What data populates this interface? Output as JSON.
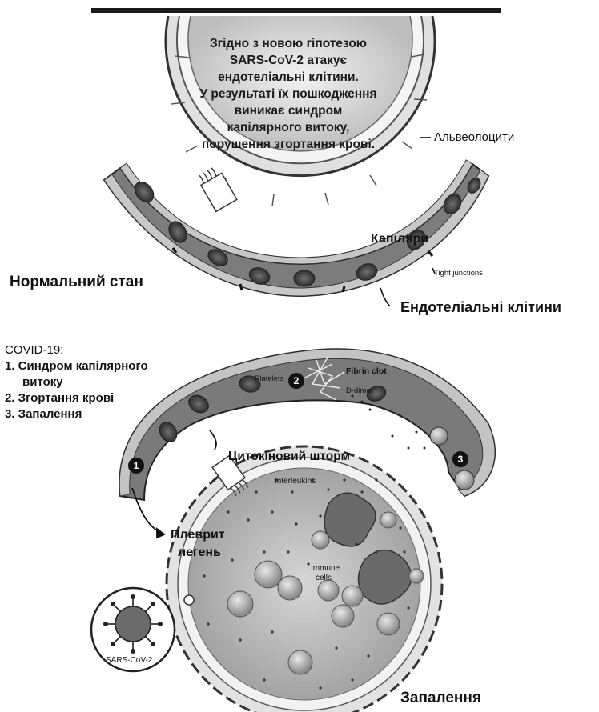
{
  "intro_text": [
    "Згідно з новою гіпотезою",
    "SARS-CoV-2 атакує",
    "ендотеліальні клітини.",
    "У результаті їх пошкодження",
    "виникає синдром",
    "капілярного витоку,",
    "порушення згортання крові."
  ],
  "labels": {
    "alveolocytes": "Альвеолоцити",
    "capillary": "Капіляри",
    "tight_junctions": "Tight junctions",
    "normal_state": "Нормальний стан",
    "endothelial_cells": "Ендотеліальні клітини",
    "platelets": "Platelets",
    "fibrin_clot": "Fibrin clot",
    "d_dimer": "D-dimer",
    "cytokine_storm": "Цитокіновий шторм",
    "interleukins": "Interleukins",
    "pleurisy_line1": "Плеврит",
    "pleurisy_line2": "легень",
    "immune_line1": "Immune",
    "immune_line2": "cells",
    "sars_cov_2": "SARS-CoV-2",
    "inflammation": "Запалення"
  },
  "covid_list": {
    "title": "COVID-19:",
    "items": [
      "1. Синдром капілярного",
      "витоку",
      "2. Згортання крові",
      "3. Запалення"
    ]
  },
  "markers": [
    "1",
    "2",
    "3"
  ]
}
